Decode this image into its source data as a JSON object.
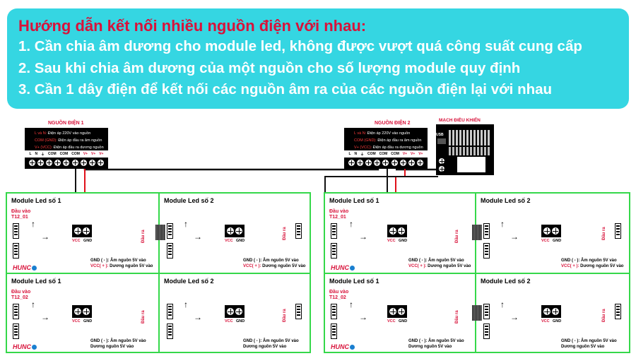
{
  "banner": {
    "heading": "Hướng dẫn kết nối nhiều nguồn điện với nhau:",
    "steps": [
      "1. Cần chia âm dương cho module led, không được vượt quá công suất cung cấp",
      "2. Sau khi chia âm dương của một nguồn cho số lượng module quy định",
      "3. Cần 1 dây điện để kết nối các nguồn âm ra của các nguồn điện lại với nhau"
    ]
  },
  "psu": {
    "title1": "NGUỒN ĐIỆN 1",
    "title2": "NGUỒN ĐIỆN 2",
    "desc_l": "L và N:",
    "desc_l_text": "Điện áp 220V vào nguồn",
    "desc_com": "COM (GND):",
    "desc_com_text": "Điện áp đầu ra âm nguồn",
    "desc_v": "V+ (VCC):",
    "desc_v_text": "Điện áp đầu ra dương nguồn",
    "terminals": [
      "L",
      "N",
      "⏚",
      "COM",
      "COM",
      "COM",
      "V+",
      "V+",
      "V+"
    ]
  },
  "controller": {
    "title": "MẠCH ĐIỀU KHIỂN",
    "usb": "USB"
  },
  "modules": {
    "name1": "Module Led số 1",
    "name2": "Module Led số 2",
    "in1": "Đầu vào",
    "in1b": "T12_01",
    "in2": "Đầu vào",
    "in2b": "T12_02",
    "out": "Đầu ra",
    "vcc": "VCC",
    "gnd": "GND",
    "brand": "HUNC",
    "legend_gnd_key": "GND ( - ):",
    "legend_gnd_val": "Âm nguồn 5V vào",
    "legend_vcc_key": "VCC( + ):",
    "legend_vcc_val": "Dương nguồn 5V vào"
  },
  "colors": {
    "banner_bg": "#35d6e2",
    "heading": "#d8123a",
    "module_border": "#35d84a",
    "wire_positive": "#e0101a",
    "wire_negative": "#111111"
  }
}
